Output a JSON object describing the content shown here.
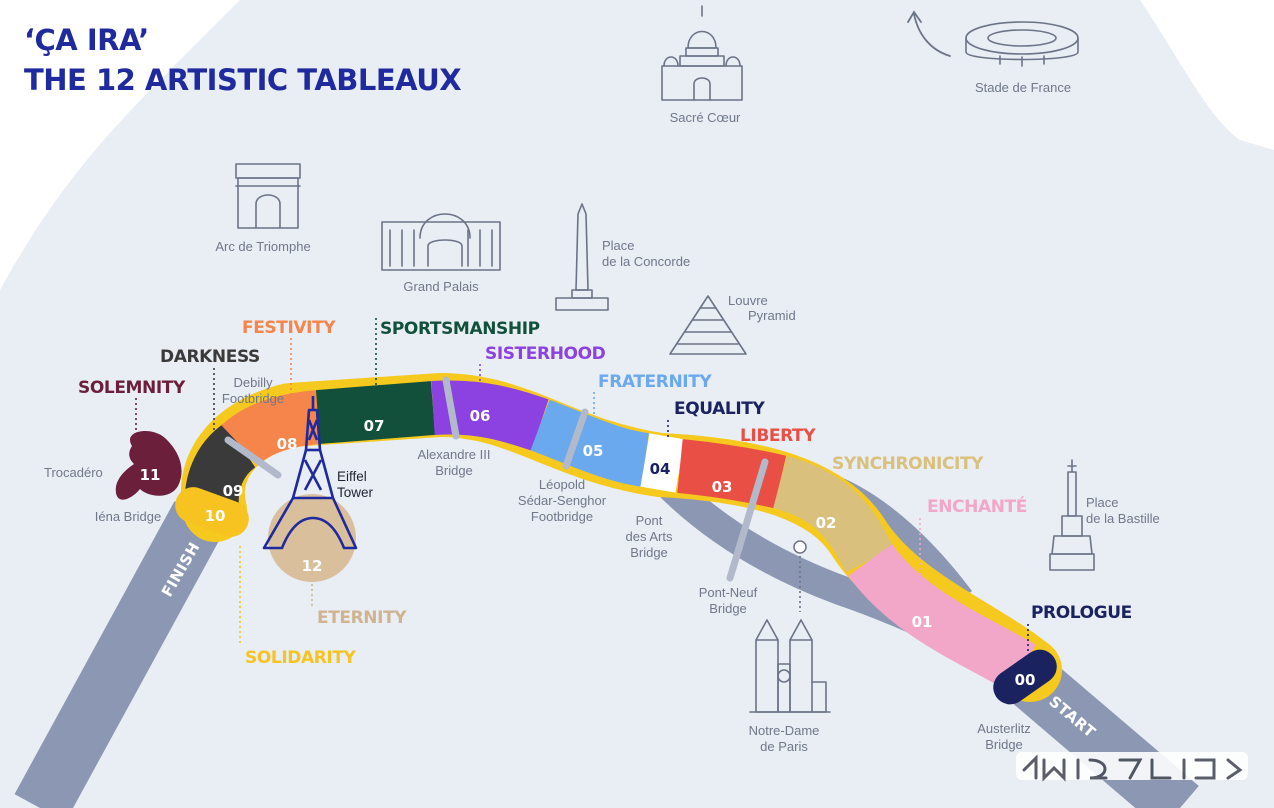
{
  "title": {
    "line1": "‘ÇA IRA’",
    "line2": "THE 12 ARTISTIC TABLEAUX"
  },
  "colors": {
    "title": "#1f2a9e",
    "background": "#ffffff",
    "land": "#e9edf4",
    "river": "#8c98b3",
    "route_outline": "#f6c91f",
    "icons": "#6b7487"
  },
  "endpoints": {
    "finish": "FINISH",
    "start": "START"
  },
  "landmarks": {
    "sacre_coeur": "Sacré Cœur",
    "stade_de_france": "Stade de France",
    "arc": "Arc de Triomphe",
    "grand_palais": "Grand Palais",
    "concorde_1": "Place",
    "concorde_2": "de la Concorde",
    "louvre_1": "Louvre",
    "louvre_2": "Pyramid",
    "bastille_1": "Place",
    "bastille_2": "de la Bastille",
    "trocadero": "Trocadéro",
    "eiffel_1": "Eiffel",
    "eiffel_2": "Tower",
    "notre_dame_1": "Notre-Dame",
    "notre_dame_2": "de Paris"
  },
  "bridges": {
    "iena": "Iéna Bridge",
    "debilly_1": "Debilly",
    "debilly_2": "Footbridge",
    "alexandre_1": "Alexandre III",
    "alexandre_2": "Bridge",
    "senghor_1": "Léopold",
    "senghor_2": "Sédar-Senghor",
    "senghor_3": "Footbridge",
    "arts_1": "Pont",
    "arts_2": "des Arts",
    "arts_3": "Bridge",
    "pontneuf_1": "Pont-Neuf",
    "pontneuf_2": "Bridge",
    "austerlitz_1": "Austerlitz",
    "austerlitz_2": "Bridge"
  },
  "tableaux": [
    {
      "num": "00",
      "name": "PROLOGUE",
      "color": "#1b2260"
    },
    {
      "num": "01",
      "name": "ENCHANTÉ",
      "color": "#f2a6c8"
    },
    {
      "num": "02",
      "name": "SYNCHRONICITY",
      "color": "#d9c07c"
    },
    {
      "num": "03",
      "name": "LIBERTY",
      "color": "#ea4f45"
    },
    {
      "num": "04",
      "name": "EQUALITY",
      "color": "#1b2260"
    },
    {
      "num": "05",
      "name": "FRATERNITY",
      "color": "#6aa9ee"
    },
    {
      "num": "06",
      "name": "SISTERHOOD",
      "color": "#8b42e0"
    },
    {
      "num": "07",
      "name": "SPORTSMANSHIP",
      "color": "#12503c"
    },
    {
      "num": "08",
      "name": "FESTIVITY",
      "color": "#f5854a"
    },
    {
      "num": "09",
      "name": "DARKNESS",
      "color": "#3a3a3a"
    },
    {
      "num": "10",
      "name": "SOLIDARITY",
      "color": "#f6c320"
    },
    {
      "num": "11",
      "name": "SOLEMNITY",
      "color": "#6b1f3b"
    },
    {
      "num": "12",
      "name": "ETERNITY",
      "color": "#cfb48f"
    }
  ]
}
